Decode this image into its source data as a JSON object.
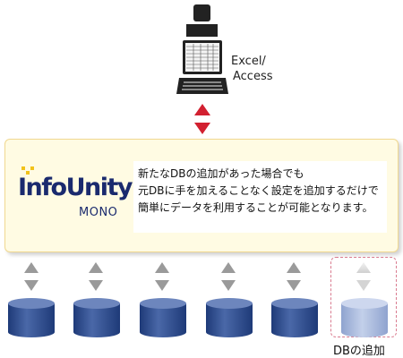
{
  "client": {
    "label_line1": "Excel/",
    "label_line2": "Access"
  },
  "product": {
    "logo_main": "InfoUnity",
    "logo_sub": "MONO"
  },
  "description": {
    "lines": [
      "新たなDBの追加があった場合でも",
      "元DBに手を加えることなく設定を追加するだけで",
      "簡単にデータを利用することが可能となります。"
    ]
  },
  "databases": {
    "existing_count": 5,
    "new_db_label": "DBの追加"
  },
  "colors": {
    "panel_bg": "#fffbe3",
    "arrow_red": "#d22030",
    "arrow_gray": "#9a9a9a",
    "db_blue": "#3d5a98",
    "db_new": "#a9b8da",
    "logo_navy": "#1a2a6e",
    "logo_accent": "#f2c21b",
    "dashed_frame": "#d97b8f"
  }
}
